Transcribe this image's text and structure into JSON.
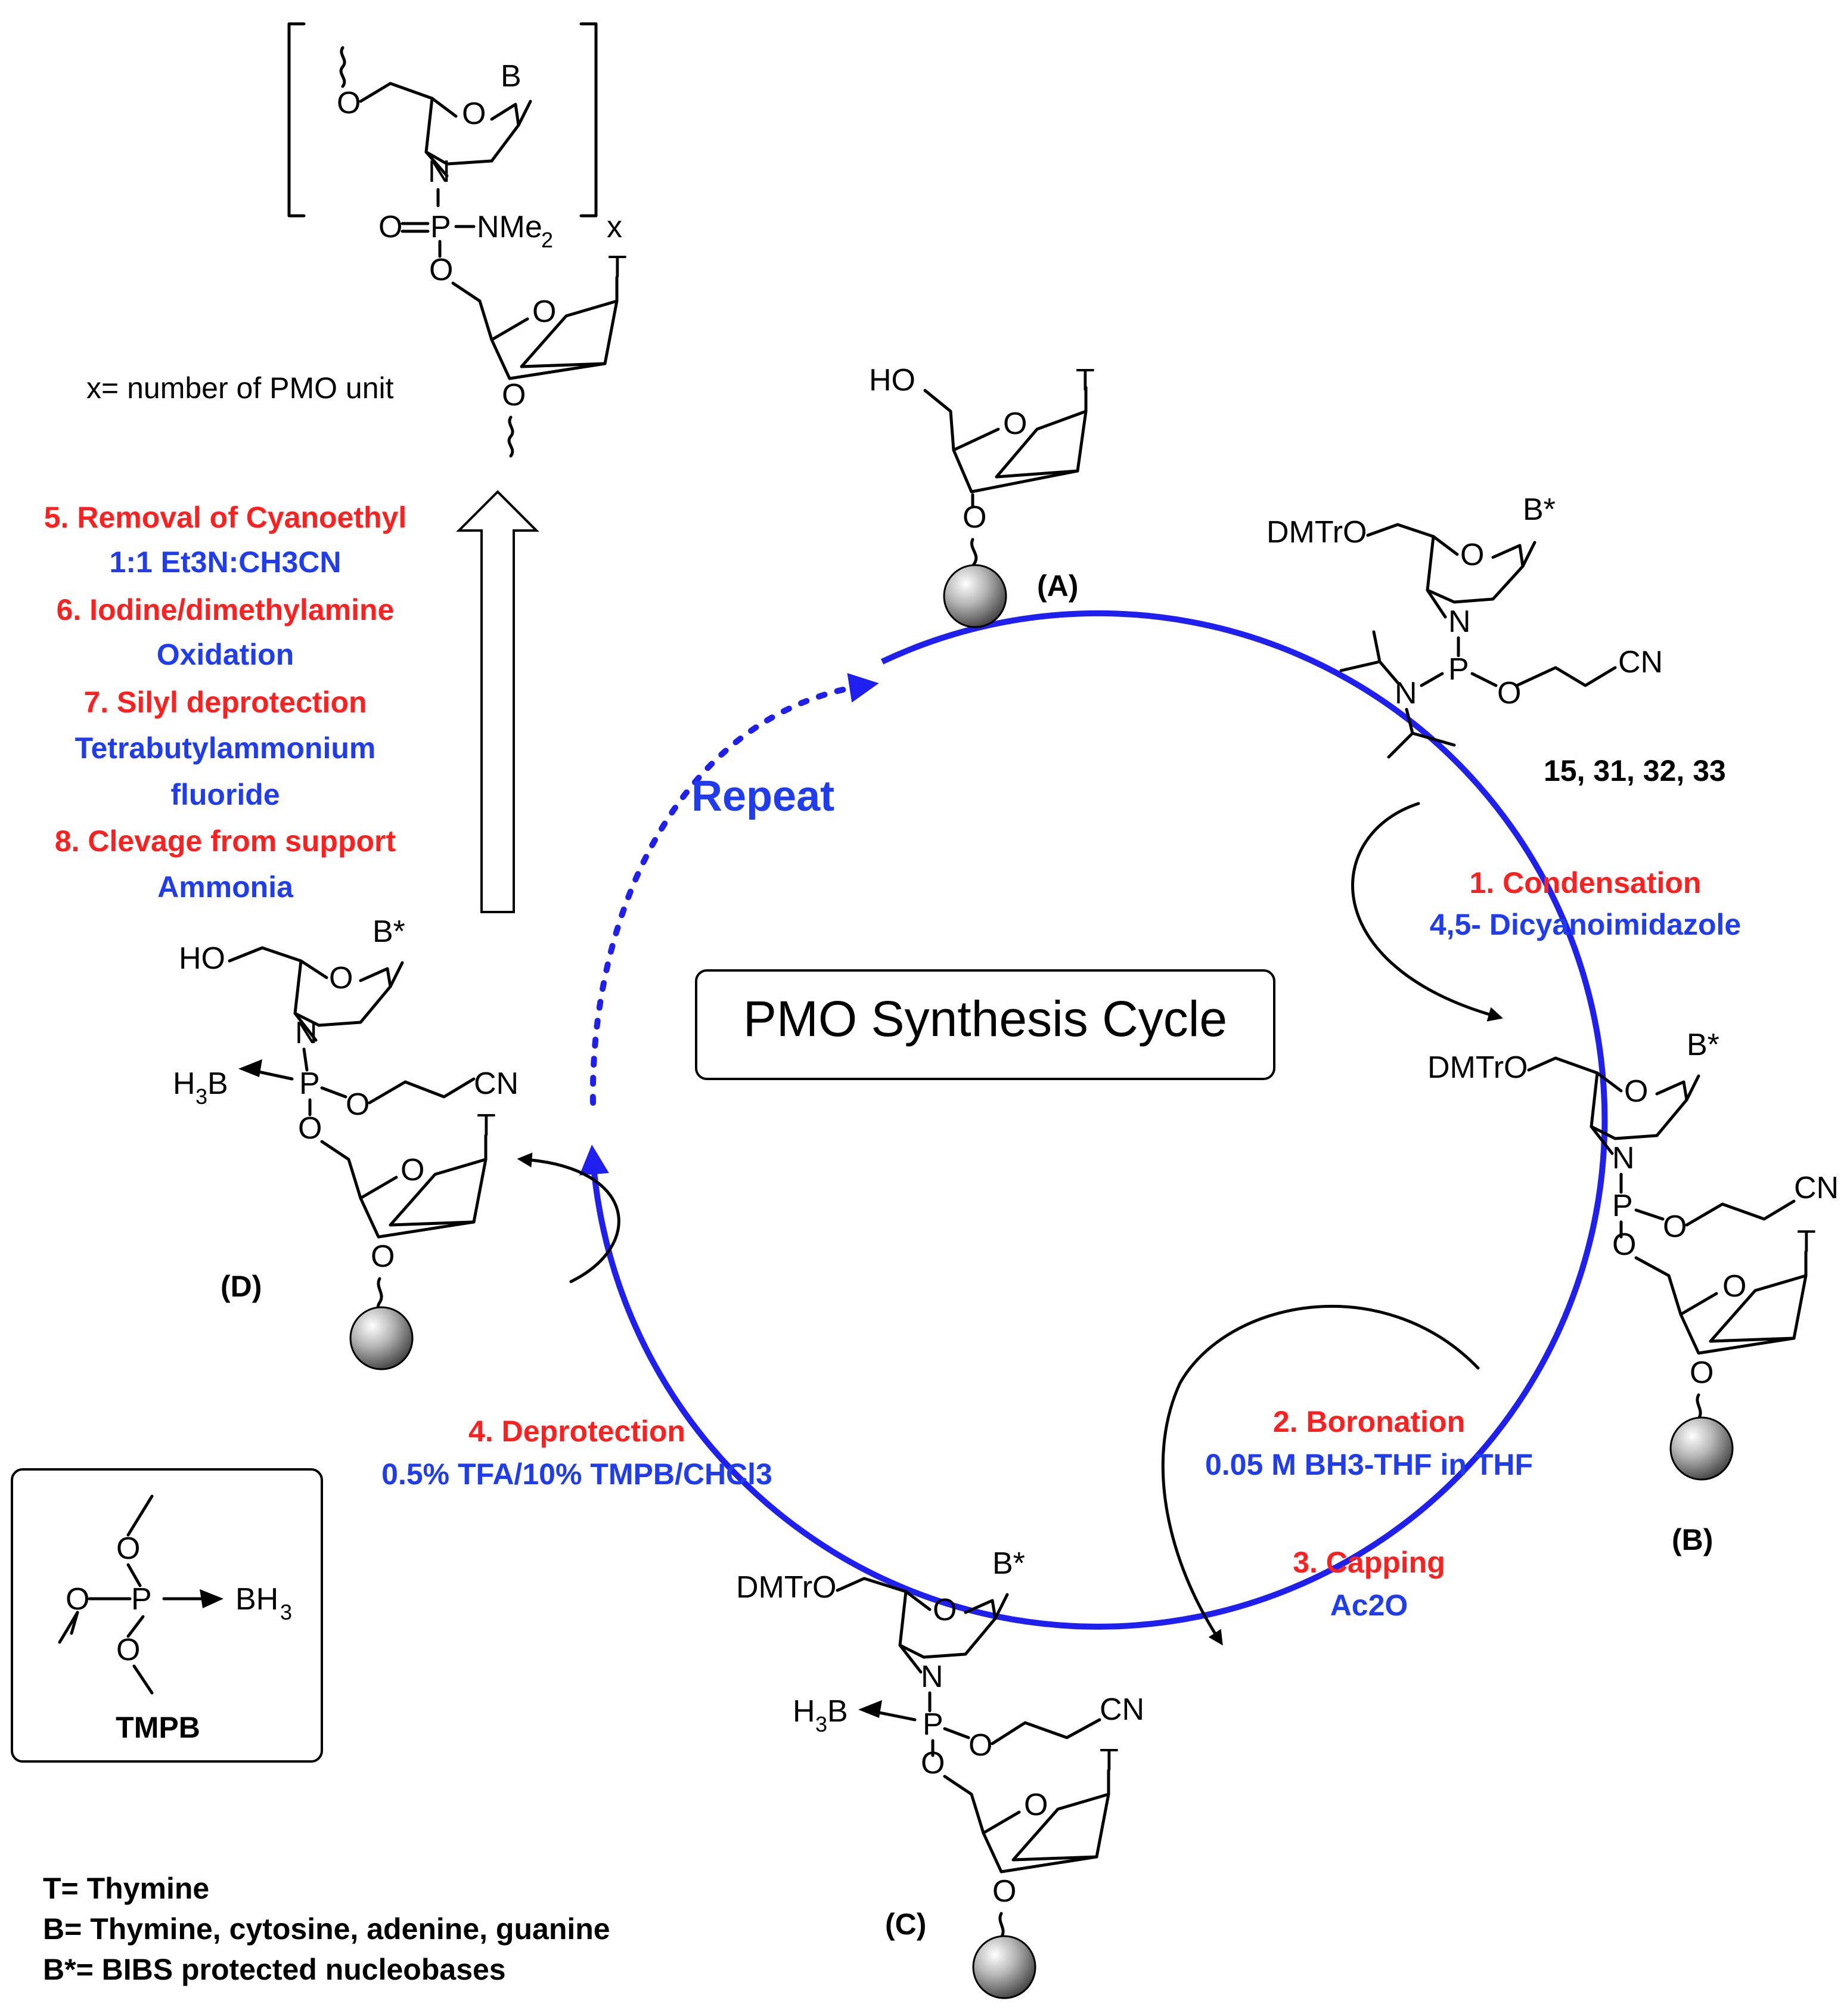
{
  "title": "PMO Synthesis Cycle",
  "repeat_label": "Repeat",
  "compounds": {
    "A": "(A)",
    "B": "(B)",
    "C": "(C)",
    "D": "(D)",
    "reagent_ids": "15, 31, 32, 33",
    "tmpb": "TMPB"
  },
  "product": {
    "x_note": "x= number of PMO unit",
    "subscript_x": "x"
  },
  "steps": {
    "s1_name": "1. Condensation",
    "s1_reagent": "4,5- Dicyanoimidazole",
    "s2_name": "2. Boronation",
    "s2_reagent": "0.05 M BH3-THF in THF",
    "s3_name": "3. Capping",
    "s3_reagent": "Ac2O",
    "s4_name": "4. Deprotection",
    "s4_reagent": "0.5% TFA/10% TMPB/CHCl3",
    "s5_name": "5. Removal of Cyanoethyl",
    "s5_reagent": "1:1 Et3N:CH3CN",
    "s6_name": "6. Iodine/dimethylamine",
    "s6_reagent": "Oxidation",
    "s7_name": "7. Silyl deprotection",
    "s7_reagent_1": "Tetrabutylammonium",
    "s7_reagent_2": "fluoride",
    "s8_name": "8. Clevage from support",
    "s8_reagent": "Ammonia"
  },
  "legend": {
    "t": "T= Thymine",
    "b": "B= Thymine, cytosine, adenine, guanine",
    "bstar": "B*= BIBS protected nucleobases"
  },
  "colors": {
    "step_name": "#ff1f1f",
    "reagent": "#1f3cf0",
    "cycle": "#1f1ff0"
  }
}
